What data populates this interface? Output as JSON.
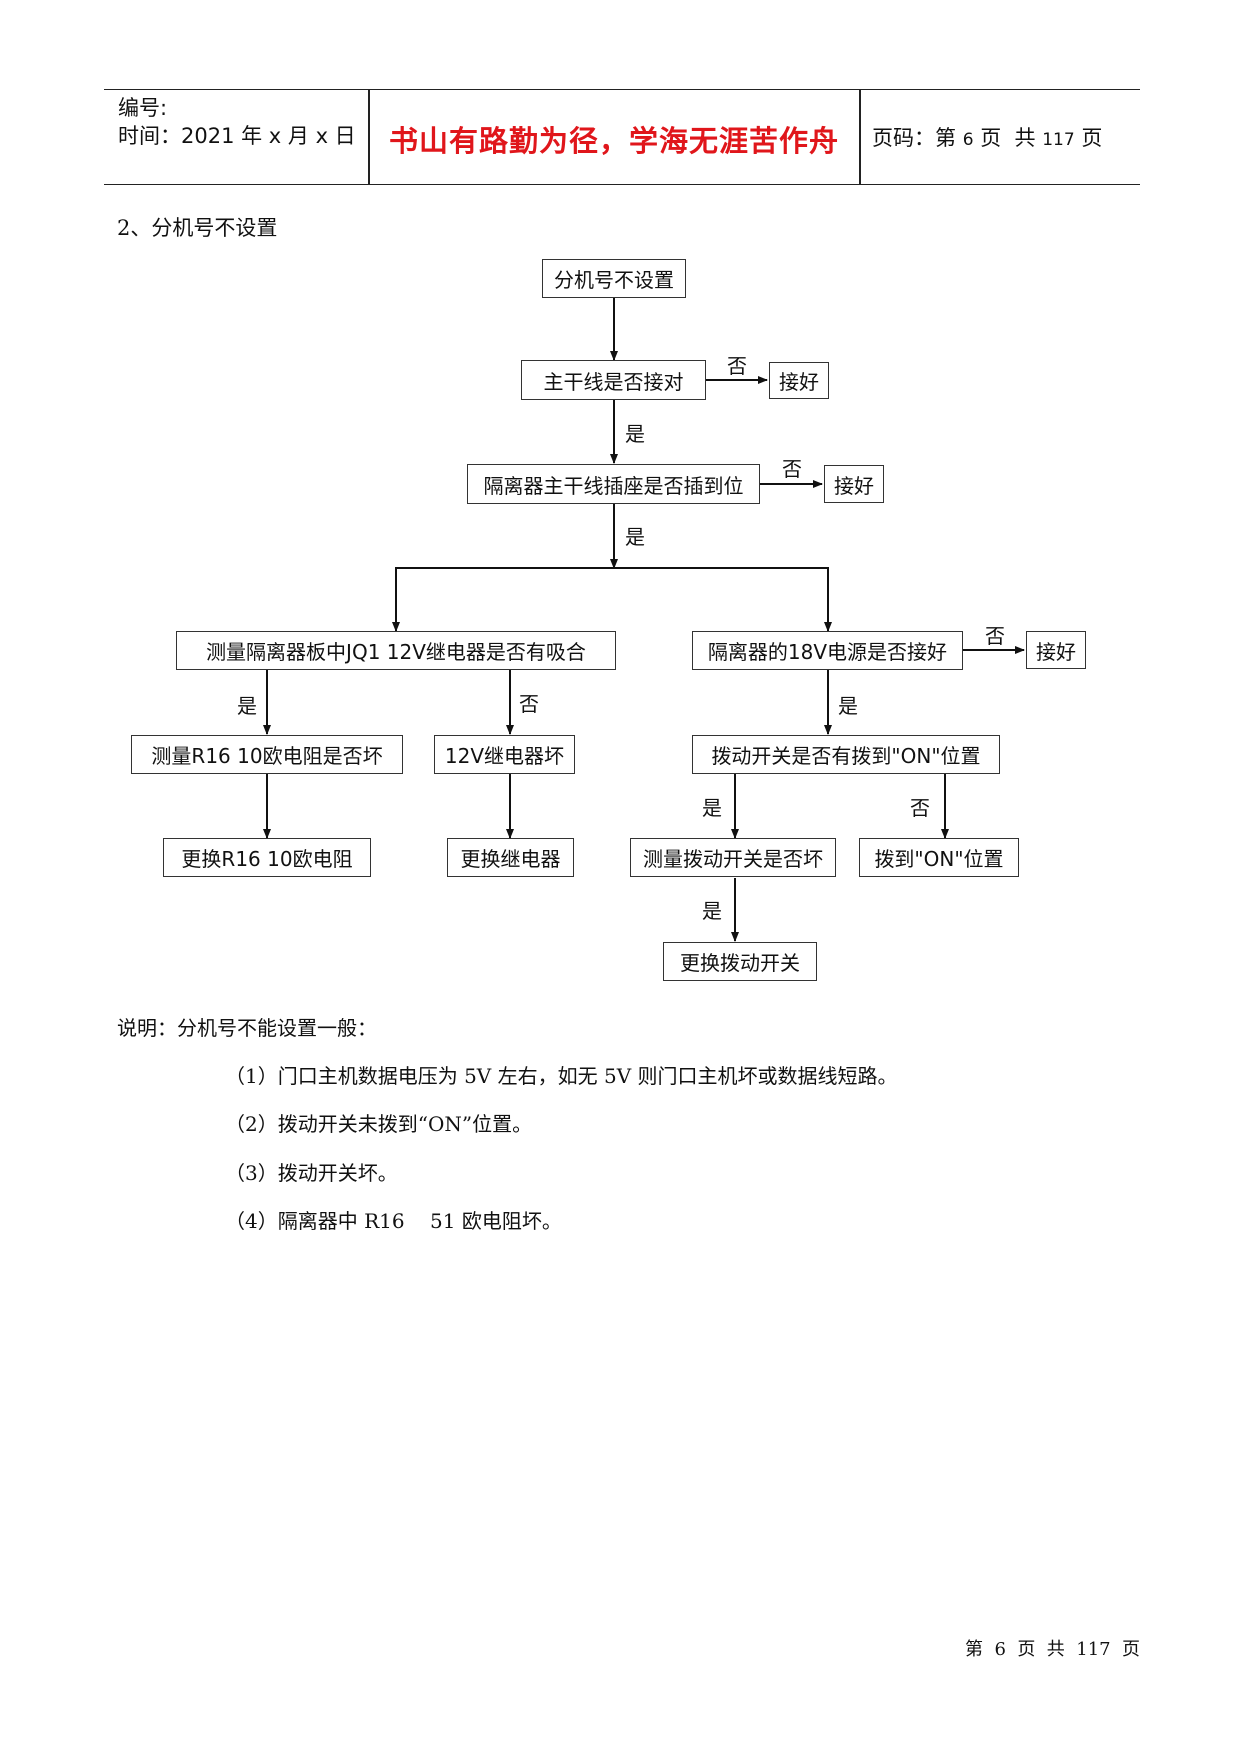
{
  "header": {
    "number_label": "编号:",
    "time_label": "时间：2021 年 x 月 x 日",
    "motto": "书山有路勤为径，学海无涯苦作舟",
    "page_prefix": "页码：第 ",
    "page_num": "6",
    "page_mid": " 页  共 ",
    "page_total": "117",
    "page_suffix": " 页"
  },
  "section_title": "2、分机号不设置",
  "flowchart": {
    "start": "分机号不设置",
    "check_trunk": "主干线是否接对",
    "fix_trunk": "接好",
    "check_socket": "隔离器主干线插座是否插到位",
    "fix_socket": "接好",
    "measure_relay": "测量隔离器板中JQ1  12V继电器是否有吸合",
    "check_power": "隔离器的18V电源是否接好",
    "fix_power": "接好",
    "measure_r16": "测量R16  10欧电阻是否坏",
    "relay_broken": "12V继电器坏",
    "check_switch": "拨动开关是否有拨到\"ON\"位置",
    "replace_r16": "更换R16  10欧电阻",
    "replace_relay": "更换继电器",
    "measure_switch": "测量拨动开关是否坏",
    "set_on": "拨到\"ON\"位置",
    "replace_switch": "更换拨动开关",
    "yes": "是",
    "no": "否"
  },
  "notes": {
    "title": "说明：分机号不能设置一般：",
    "items": [
      "（1）门口主机数据电压为 5V 左右，如无 5V 则门口主机坏或数据线短路。",
      "（2）拨动开关未拨到“ON”位置。",
      "（3）拨动开关坏。",
      "（4）隔离器中 R16    51 欧电阻坏。"
    ]
  },
  "footer": {
    "prefix": "第  ",
    "page": "6",
    "mid": "  页  共  ",
    "total": "117",
    "suffix": "  页"
  }
}
